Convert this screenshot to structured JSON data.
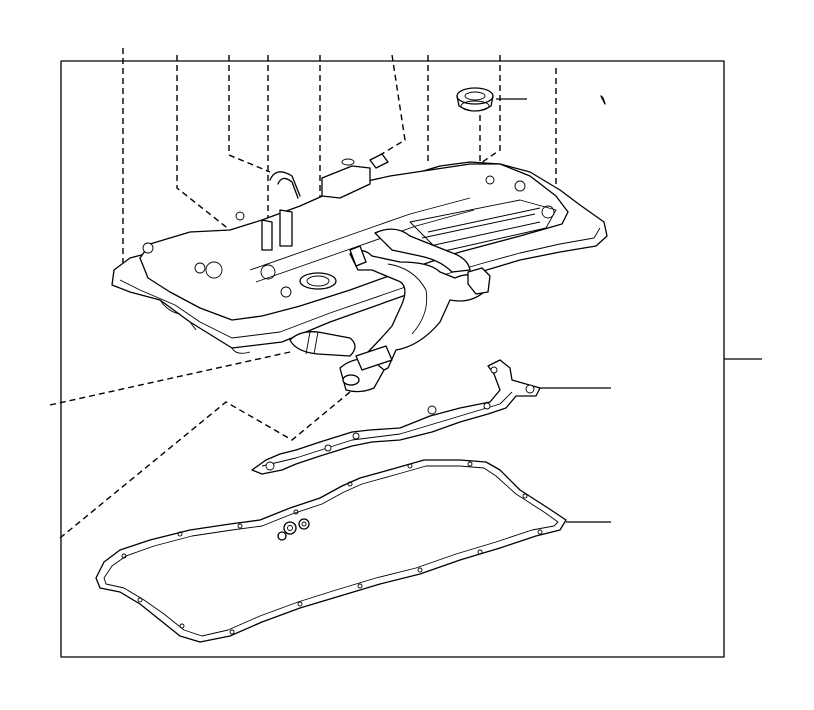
{
  "diagram": {
    "kind": "exploded-parts-illustration",
    "line_color": "#000000",
    "background_color": "#ffffff",
    "parts": [
      {
        "name": "cylinder-head-cover",
        "callout": ""
      },
      {
        "name": "oil-filler-cap-seal",
        "callout": ""
      },
      {
        "name": "ventilation-hose",
        "callout": ""
      },
      {
        "name": "plug-tube-gasket",
        "callout": ""
      },
      {
        "name": "head-cover-gasket",
        "callout": ""
      }
    ],
    "labels": []
  }
}
